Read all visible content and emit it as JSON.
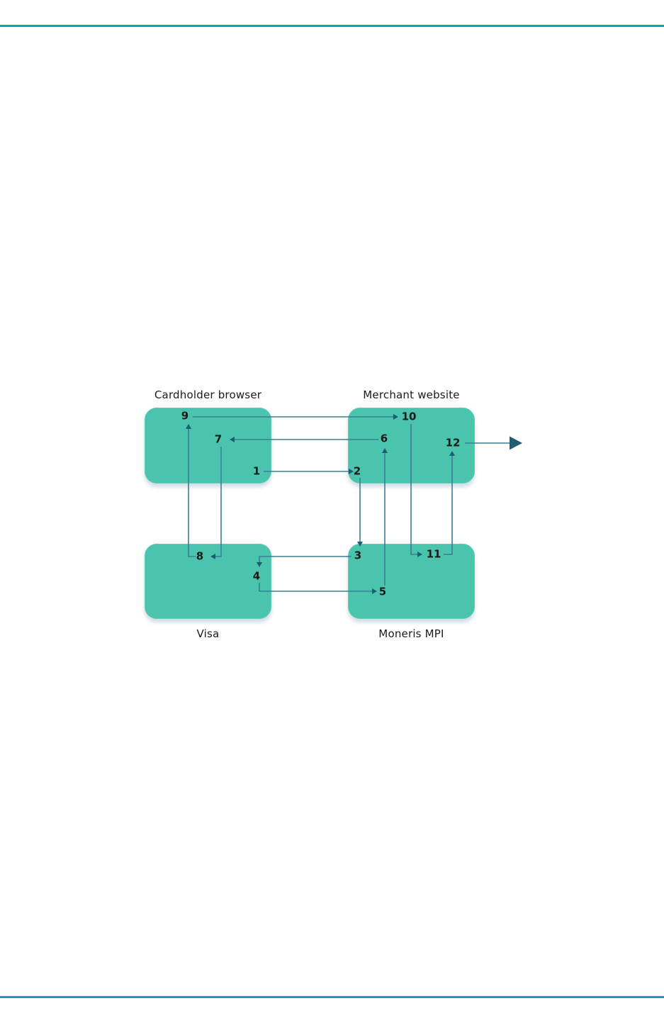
{
  "colors": {
    "node_fill": "#4BC4AE",
    "node_edge": "#5FCBB8",
    "edge_line": "#3A7E94",
    "edge_arrowhead": "#1D5E72",
    "page_rule": "#0FA0B3",
    "text": "#1A1A1A"
  },
  "diagram": {
    "nodes": [
      {
        "id": "cardholder-browser",
        "label": "Cardholder browser",
        "label_position": "top"
      },
      {
        "id": "merchant-website",
        "label": "Merchant website",
        "label_position": "top"
      },
      {
        "id": "visa",
        "label": "Visa",
        "label_position": "bottom"
      },
      {
        "id": "moneris-mpi",
        "label": "Moneris MPI",
        "label_position": "bottom"
      }
    ],
    "steps": [
      "1",
      "2",
      "3",
      "4",
      "5",
      "6",
      "7",
      "8",
      "9",
      "10",
      "11",
      "12"
    ],
    "connections": [
      {
        "steps": "1-2",
        "from": "cardholder-browser",
        "to": "merchant-website"
      },
      {
        "steps": "2-3",
        "from": "merchant-website",
        "to": "moneris-mpi"
      },
      {
        "steps": "3-4",
        "from": "moneris-mpi",
        "to": "visa"
      },
      {
        "steps": "4-5",
        "from": "visa",
        "to": "moneris-mpi"
      },
      {
        "steps": "5-6",
        "from": "moneris-mpi",
        "to": "merchant-website"
      },
      {
        "steps": "6-7",
        "from": "merchant-website",
        "to": "cardholder-browser"
      },
      {
        "steps": "7-8",
        "from": "cardholder-browser",
        "to": "visa"
      },
      {
        "steps": "8-9",
        "from": "visa",
        "to": "cardholder-browser"
      },
      {
        "steps": "9-10",
        "from": "cardholder-browser",
        "to": "merchant-website"
      },
      {
        "steps": "10-11",
        "from": "merchant-website",
        "to": "moneris-mpi"
      },
      {
        "steps": "11-12",
        "from": "moneris-mpi",
        "to": "merchant-website"
      },
      {
        "steps": "12",
        "from": "merchant-website",
        "to": "external"
      }
    ]
  }
}
